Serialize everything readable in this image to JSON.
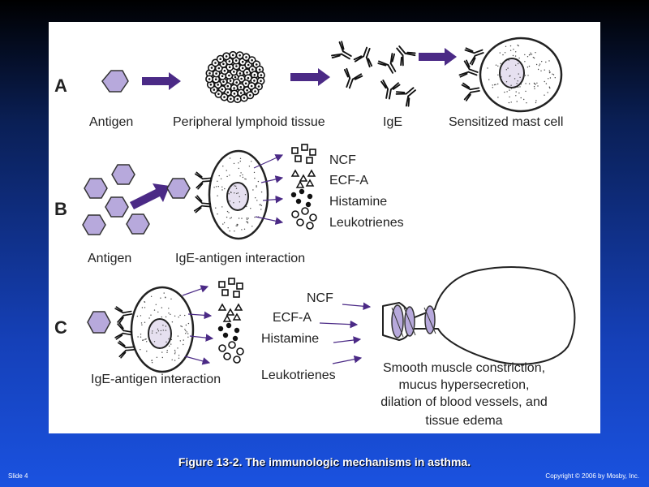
{
  "colors": {
    "lavender": "#b7a9dc",
    "arrow_purple": "#4b2a86",
    "background_top": "#000000",
    "background_bottom": "#1a52e0"
  },
  "row_a": {
    "letter": "A",
    "labels": {
      "antigen": "Antigen",
      "tissue": "Peripheral lymphoid tissue",
      "ige": "IgE",
      "mast_cell": "Sensitized mast cell"
    }
  },
  "row_b": {
    "letter": "B",
    "labels": {
      "antigen": "Antigen",
      "interaction": "IgE-antigen interaction"
    },
    "mediators": [
      "NCF",
      "ECF-A",
      "Histamine",
      "Leukotrienes"
    ]
  },
  "row_c": {
    "letter": "C",
    "labels": {
      "interaction": "IgE-antigen interaction"
    },
    "mediators": [
      "NCF",
      "ECF-A",
      "Histamine",
      "Leukotrienes"
    ],
    "effects": [
      "Smooth muscle constriction,",
      "mucus hypersecretion,",
      "dilation of blood vessels, and",
      "tissue edema"
    ]
  },
  "caption": "Figure 13-2. The immunologic mechanisms in asthma.",
  "slide_label": "Slide 4",
  "copyright": "Copyright © 2006 by Mosby, Inc."
}
